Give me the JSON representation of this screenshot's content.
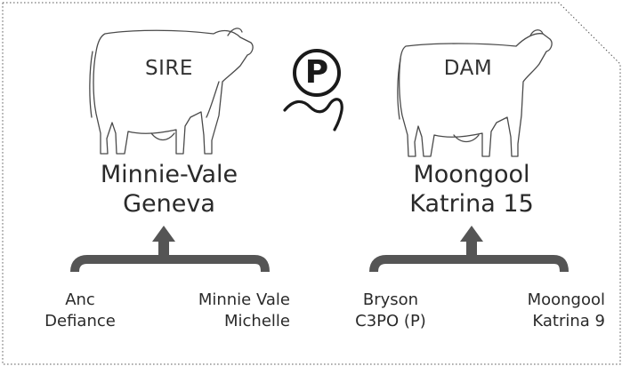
{
  "colors": {
    "outline": "#4a4a4a",
    "bracket": "#555555",
    "text": "#2a2a2a",
    "border": "#555555"
  },
  "sire": {
    "label": "SIRE",
    "name_line1": "Minnie-Vale",
    "name_line2": "Geneva",
    "ancestors": [
      {
        "line1": "Anc",
        "line2": "Defiance"
      },
      {
        "line1": "Minnie Vale",
        "line2": "Michelle"
      }
    ]
  },
  "dam": {
    "label": "DAM",
    "name_line1": "Moongool",
    "name_line2": "Katrina 15",
    "ancestors": [
      {
        "line1": "Bryson",
        "line2": "C3PO (P)"
      },
      {
        "line1": "Moongool",
        "line2": "Katrina 9"
      }
    ]
  },
  "poll_symbol": {
    "letter": "P",
    "icon": "polled-symbol-icon"
  }
}
